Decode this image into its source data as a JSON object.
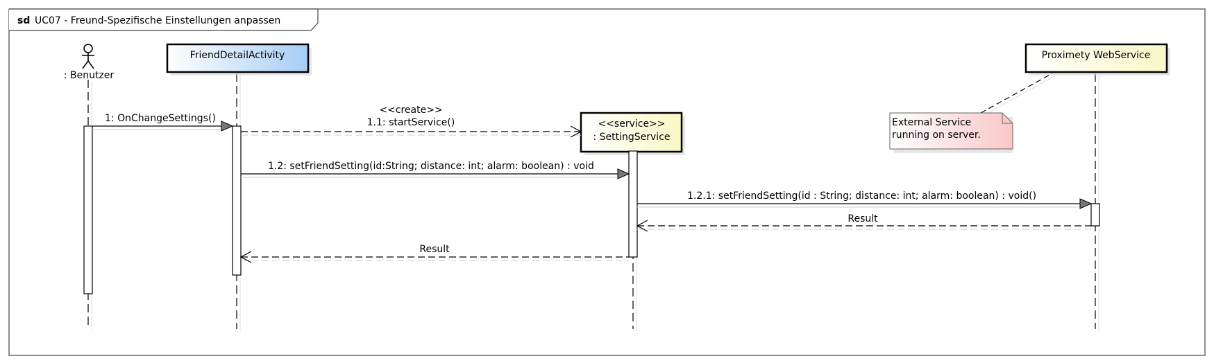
{
  "frame": {
    "keyword": "sd",
    "name": "UC07 - Freund-Spezifische Einstellungen anpassen"
  },
  "lifelines": {
    "actor": {
      "name": ": Benutzer"
    },
    "friend_detail": {
      "name": "FriendDetailActivity"
    },
    "setting_service": {
      "stereotype": "<<service>>",
      "name": ": SettingService"
    },
    "proximety": {
      "name": "Proximety WebService"
    }
  },
  "messages": {
    "m1": "1: OnChangeSettings()",
    "m1_1_stereotype": "<<create>>",
    "m1_1": "1.1: startService()",
    "m1_2": "1.2: setFriendSetting(id:String; distance: int; alarm: boolean) : void",
    "m1_2_1": "1.2.1: setFriendSetting(id : String; distance: int; alarm: boolean) : void()",
    "r1_2_1": "Result",
    "r1_2": "Result"
  },
  "note": {
    "line1": "External Service",
    "line2": "running on server."
  },
  "colors": {
    "friend_detail_fill": "#a7cdf5",
    "service_fill": "#fbfbd2",
    "note_fill": "#fbd3d3",
    "frame_stroke": "#444444"
  }
}
